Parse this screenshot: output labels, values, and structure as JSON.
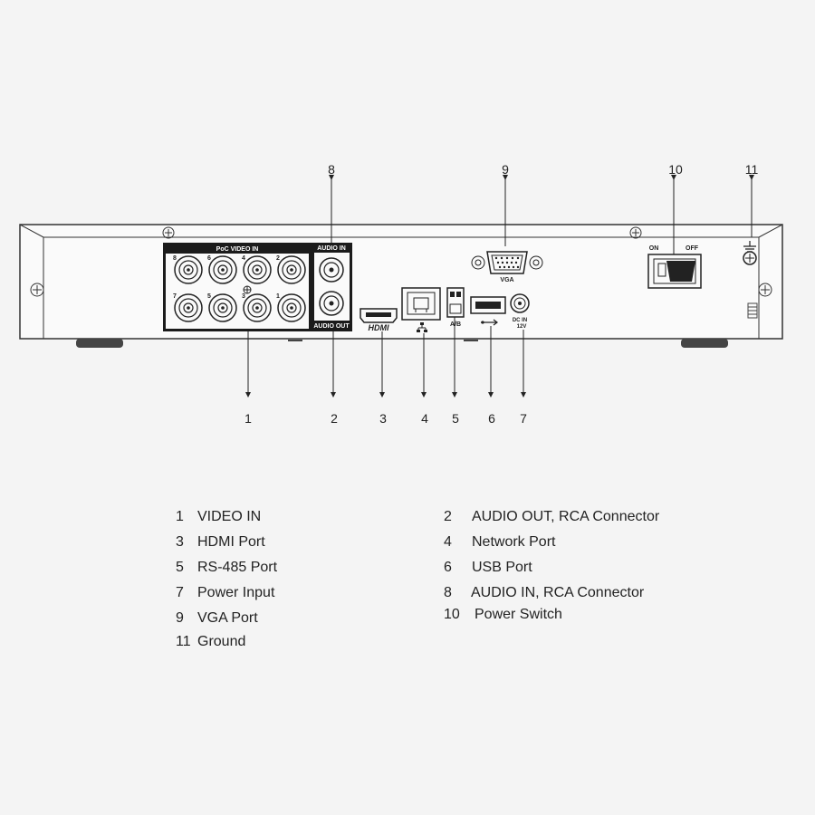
{
  "panel": {
    "poc_video_in": "PoC VIDEO IN",
    "audio_in": "AUDIO IN",
    "audio_out": "AUDIO OUT",
    "hdmi": "HDMI",
    "vga": "VGA",
    "ab": "A/B",
    "dc_in": "DC IN",
    "dc_volt": "12V",
    "on": "ON",
    "off": "OFF",
    "bnc_top": [
      "8",
      "6",
      "4",
      "2"
    ],
    "bnc_bottom": [
      "7",
      "5",
      "3",
      "1"
    ]
  },
  "callouts": {
    "top": [
      "8",
      "9",
      "10",
      "11"
    ],
    "bottom": [
      "1",
      "2",
      "3",
      "4",
      "5",
      "6",
      "7"
    ]
  },
  "legend": [
    {
      "num": "1",
      "label": "VIDEO IN"
    },
    {
      "num": "2",
      "label": "AUDIO OUT, RCA Connector"
    },
    {
      "num": "3",
      "label": "HDMI Port"
    },
    {
      "num": "4",
      "label": "Network Port"
    },
    {
      "num": "5",
      "label": "RS-485 Port"
    },
    {
      "num": "6",
      "label": "USB Port"
    },
    {
      "num": "7",
      "label": "Power Input"
    },
    {
      "num": "8",
      "label": "AUDIO IN, RCA Connector"
    },
    {
      "num": "9",
      "label": "VGA Port"
    },
    {
      "num": "10",
      "label": "Power Switch"
    },
    {
      "num": "11",
      "label": "Ground"
    }
  ]
}
